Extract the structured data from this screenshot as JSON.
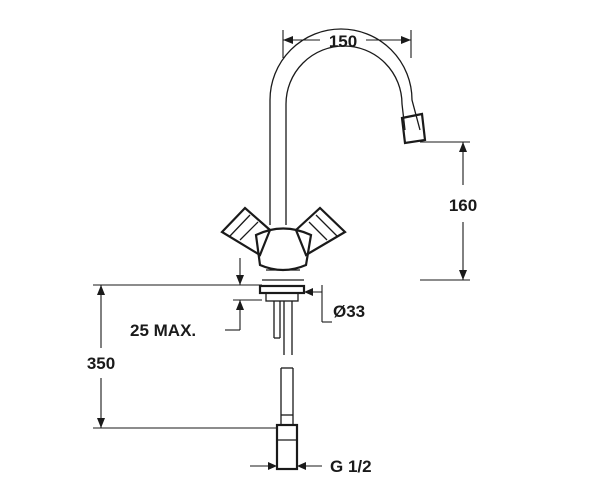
{
  "dimensions": {
    "spout_reach": "150",
    "spout_height": "160",
    "max_thickness": "25 MAX.",
    "hole_diameter": "Ø33",
    "tail_length": "350",
    "thread": "G 1/2"
  }
}
